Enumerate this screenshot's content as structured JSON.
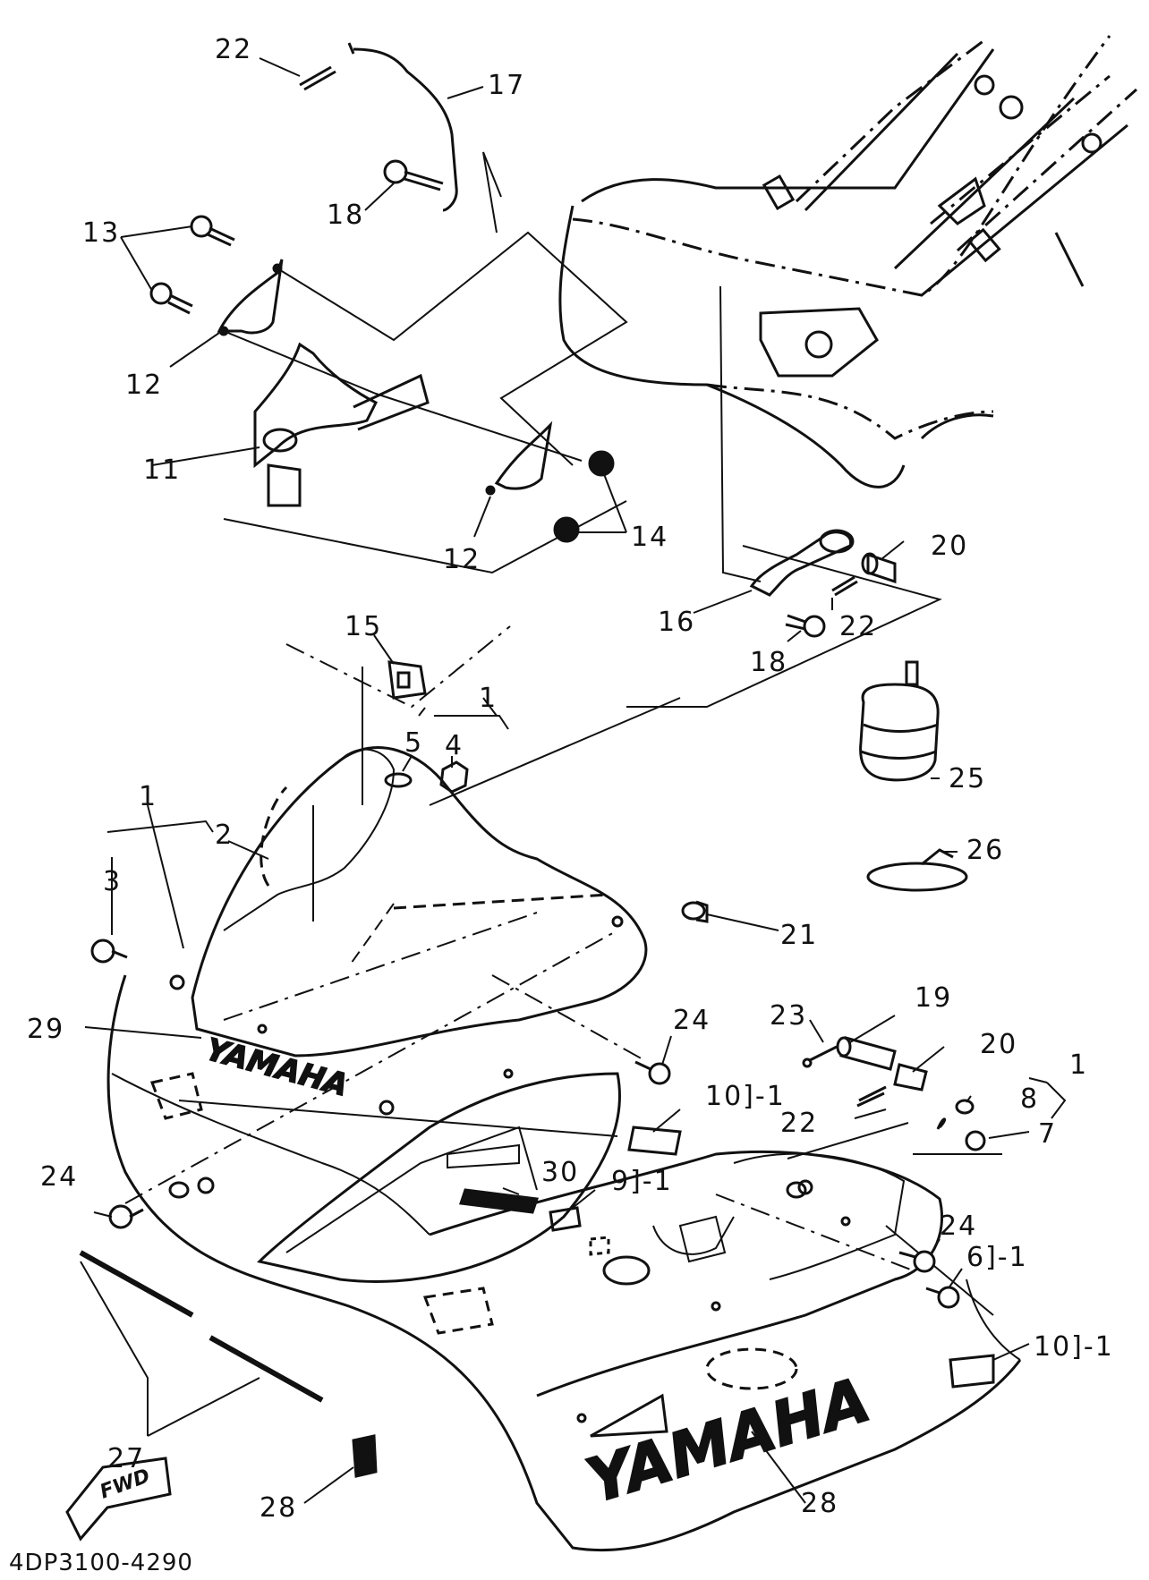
{
  "diagram": {
    "code": "4DP3100-4290",
    "labels": [
      {
        "id": "l22a",
        "text": "22"
      },
      {
        "id": "l17",
        "text": "17"
      },
      {
        "id": "l18a",
        "text": "18"
      },
      {
        "id": "l13",
        "text": "13"
      },
      {
        "id": "l12a",
        "text": "12"
      },
      {
        "id": "l11",
        "text": "11"
      },
      {
        "id": "l12b",
        "text": "12"
      },
      {
        "id": "l14",
        "text": "14"
      },
      {
        "id": "l20a",
        "text": "20"
      },
      {
        "id": "l16",
        "text": "16"
      },
      {
        "id": "l22b",
        "text": "22"
      },
      {
        "id": "l18b",
        "text": "18"
      },
      {
        "id": "l15",
        "text": "15"
      },
      {
        "id": "l1a",
        "text": "1"
      },
      {
        "id": "l5",
        "text": "5"
      },
      {
        "id": "l4",
        "text": "4"
      },
      {
        "id": "l25",
        "text": "25"
      },
      {
        "id": "l26",
        "text": "26"
      },
      {
        "id": "l1b",
        "text": "1"
      },
      {
        "id": "l2",
        "text": "2"
      },
      {
        "id": "l3",
        "text": "3"
      },
      {
        "id": "l21",
        "text": "21"
      },
      {
        "id": "l29",
        "text": "29"
      },
      {
        "id": "l24a",
        "text": "24"
      },
      {
        "id": "l23",
        "text": "23"
      },
      {
        "id": "l19",
        "text": "19"
      },
      {
        "id": "l20b",
        "text": "20"
      },
      {
        "id": "l1c",
        "text": "1"
      },
      {
        "id": "l10a",
        "text": "10]-1"
      },
      {
        "id": "l8",
        "text": "8"
      },
      {
        "id": "l22c",
        "text": "22"
      },
      {
        "id": "l7",
        "text": "7"
      },
      {
        "id": "l24b",
        "text": "24"
      },
      {
        "id": "l30",
        "text": "30"
      },
      {
        "id": "l9",
        "text": "9]-1"
      },
      {
        "id": "l24c",
        "text": "24"
      },
      {
        "id": "l6",
        "text": "6]-1"
      },
      {
        "id": "l10b",
        "text": "10]-1"
      },
      {
        "id": "l27",
        "text": "27"
      },
      {
        "id": "l28a",
        "text": "28"
      },
      {
        "id": "l28b",
        "text": "28"
      }
    ],
    "logos": {
      "windscreen": "YAMAHA",
      "cowling": "YAMAHA",
      "fwd": "FWD"
    }
  }
}
